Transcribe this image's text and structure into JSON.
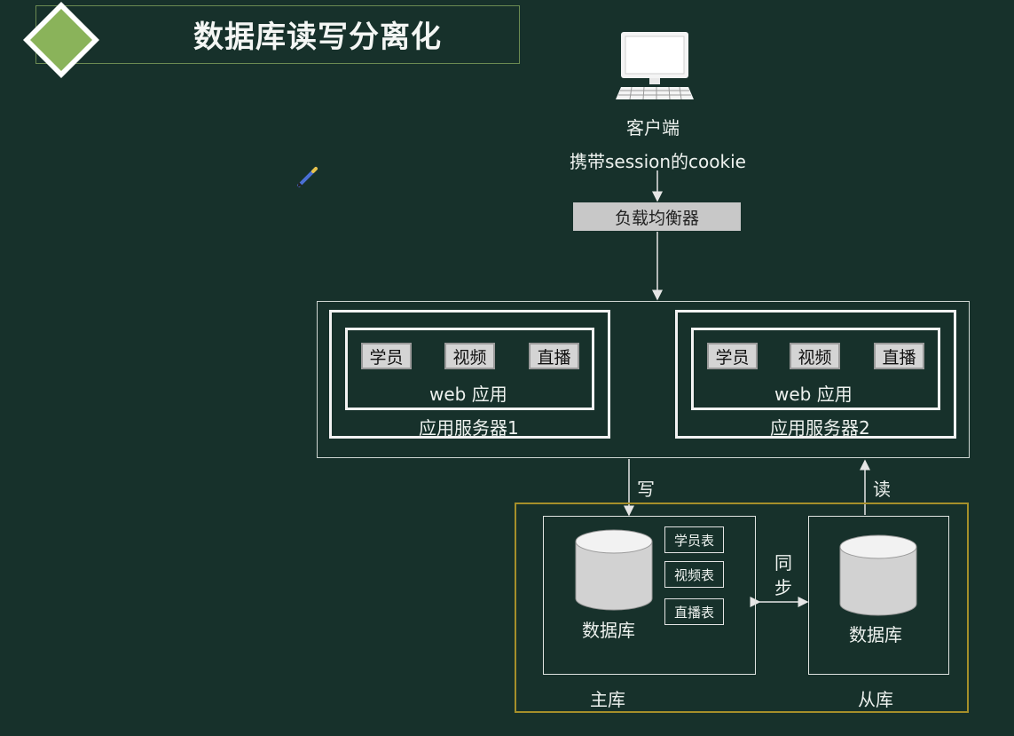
{
  "title": "数据库读写分离化",
  "client": {
    "label": "客户端",
    "note": "携带session的cookie",
    "icon": "computer-icon"
  },
  "load_balancer": "负载均衡器",
  "servers": [
    {
      "modules": [
        "学员",
        "视频",
        "直播"
      ],
      "web_label": "web 应用",
      "label": "应用服务器1"
    },
    {
      "modules": [
        "学员",
        "视频",
        "直播"
      ],
      "web_label": "web 应用",
      "label": "应用服务器2"
    }
  ],
  "edges": {
    "write": "写",
    "read": "读",
    "sync": "同步"
  },
  "master": {
    "db_label": "数据库",
    "tables": [
      "学员表",
      "视频表",
      "直播表"
    ],
    "caption": "主库"
  },
  "slave": {
    "db_label": "数据库",
    "caption": "从库"
  },
  "colors": {
    "background": "#17312b",
    "accent_green": "#8ab35a",
    "db_frame": "#a58f2a"
  }
}
